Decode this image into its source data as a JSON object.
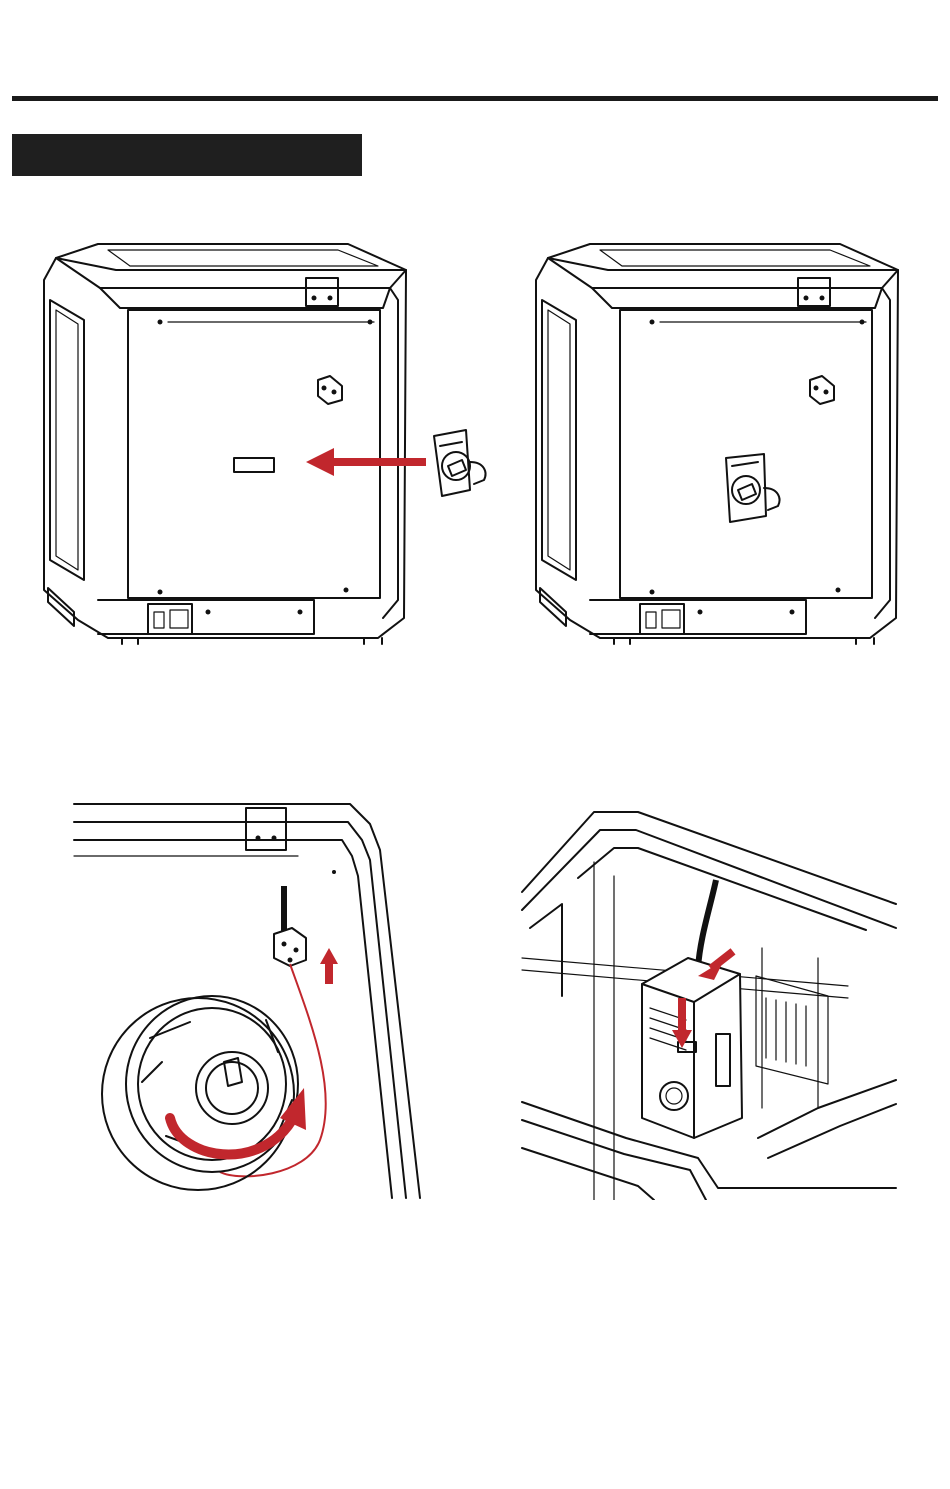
{
  "document": {
    "header_rule_color": "#1a1a1a",
    "section_bar_color": "#1f1f1f",
    "accent_color": "#c1272d"
  },
  "figures": [
    {
      "id": "fig1",
      "icon": "printer-rear-with-spool-holder-insertion-arrow"
    },
    {
      "id": "fig2",
      "icon": "printer-rear-spool-holder-installed"
    },
    {
      "id": "fig3",
      "icon": "filament-spool-feeding-through-detector"
    },
    {
      "id": "fig4",
      "icon": "filament-tube-inserted-into-extruder"
    }
  ]
}
